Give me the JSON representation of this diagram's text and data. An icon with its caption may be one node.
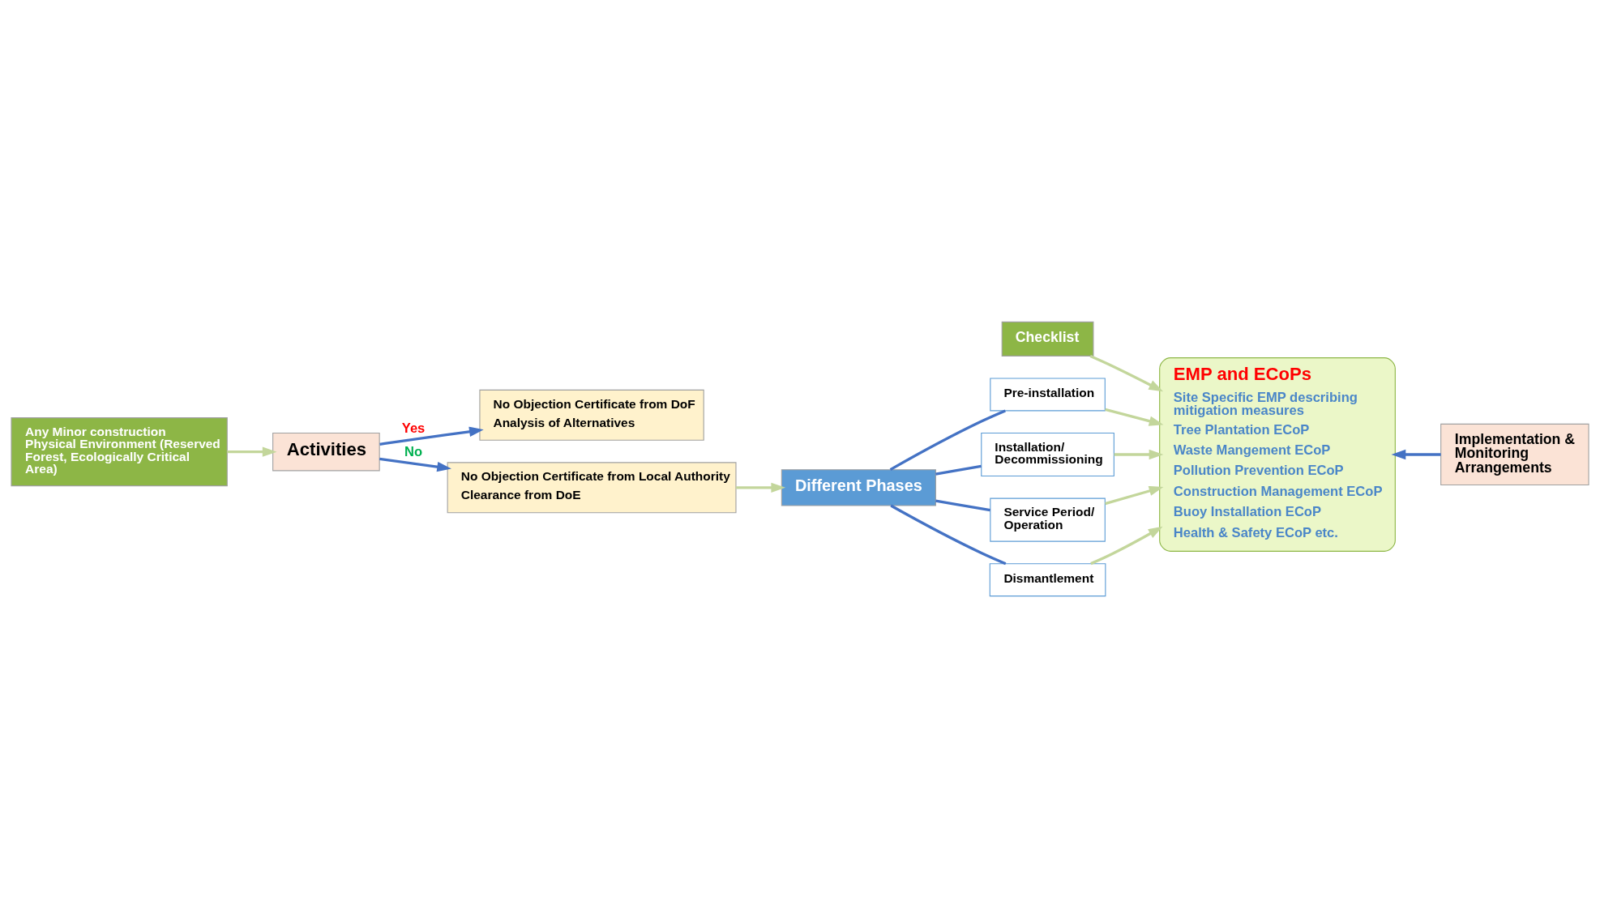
{
  "diagram": {
    "nodes": [
      {
        "text": [
          "Activities"
        ]
      },
      {
        "text": [
          "No Objection Certificate from DoF",
          "Analysis of Alternatives"
        ]
      },
      {
        "text": [
          "No Objection Certificate from Local Authority",
          "Clearance from DoE"
        ]
      },
      {
        "text": [
          "Checklist"
        ]
      },
      {
        "text": [
          "Different Phases"
        ]
      },
      {
        "text": [
          "Pre-installation"
        ]
      },
      {
        "text": [
          "Installation/ Decommissioning"
        ]
      },
      {
        "text": [
          "Service Period/ Operation"
        ]
      },
      {
        "text": [
          "Dismantlement"
        ]
      },
      {
        "text": [
          "Any Minor construction Physical Environment (Reserved Forest, Ecologically Critical Area)"
        ]
      },
      {
        "text": [
          "EMP and ECoPs",
          "Site Specific EMP describing mitigation measures",
          "Tree Plantation ECoP",
          "Waste Mangement ECoP",
          "Pollution Prevention ECoP",
          "Construction Management ECoP",
          "Buoy Installation ECoP",
          "Health & Safety ECoP etc."
        ]
      },
      {
        "text": [
          "Implementation & Monitoring Arrangements"
        ]
      }
    ],
    "edges": [
      {
        "from": 0,
        "to": 1,
        "arrow": "to",
        "label": "Yes"
      },
      {
        "from": 0,
        "to": 2,
        "arrow": "to",
        "label": "No"
      },
      {
        "from": 9,
        "to": 0,
        "arrow": "to",
        "color": "#c3d69b"
      },
      {
        "from": 2,
        "to": 4,
        "arrow": "to",
        "color": "#c3d69b"
      },
      {
        "from": 4,
        "to": 5,
        "arrow": "none"
      },
      {
        "from": 4,
        "to": 6,
        "arrow": "none"
      },
      {
        "from": 4,
        "to": 7,
        "arrow": "none"
      },
      {
        "from": 4,
        "to": 8,
        "arrow": "none"
      },
      {
        "from": 5,
        "to": 10,
        "arrow": "to",
        "color": "#c3d69b"
      },
      {
        "from": 6,
        "to": 10,
        "arrow": "to",
        "color": "#c3d69b"
      },
      {
        "from": 7,
        "to": 10,
        "arrow": "to",
        "color": "#c3d69b"
      },
      {
        "from": 8,
        "to": 10,
        "arrow": "to",
        "color": "#c3d69b"
      },
      {
        "from": 3,
        "to": 10,
        "arrow": "to",
        "color": "#c3d69b"
      },
      {
        "from": 11,
        "to": 10,
        "arrow": "to"
      }
    ]
  }
}
